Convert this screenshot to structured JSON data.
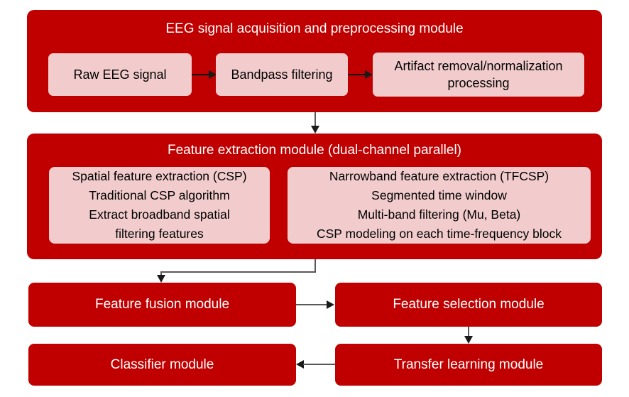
{
  "colors": {
    "module_red": "#C00000",
    "box_pink": "#F2CCCC",
    "title_text": "#FFFFFF",
    "box_text": "#000000",
    "connector_line": "#595959",
    "arrowhead": "#1A1A1A"
  },
  "modules": {
    "preprocessing": {
      "title": "EEG signal acquisition and preprocessing module",
      "steps": [
        "Raw EEG signal",
        "Bandpass filtering",
        "Artifact removal/normalization processing"
      ]
    },
    "feature_extraction": {
      "title": "Feature extraction module (dual-channel parallel)",
      "left_channel": {
        "lines": [
          "Spatial feature extraction (CSP)",
          "Traditional CSP algorithm",
          "Extract broadband spatial",
          "filtering features"
        ]
      },
      "right_channel": {
        "lines": [
          "Narrowband feature extraction (TFCSP)",
          "Segmented time window",
          "Multi-band filtering (Mu, Beta)",
          "CSP modeling on each time-frequency block"
        ]
      }
    },
    "feature_fusion": {
      "label": "Feature fusion module"
    },
    "feature_selection": {
      "label": "Feature selection module"
    },
    "classifier": {
      "label": "Classifier module"
    },
    "transfer_learning": {
      "label": "Transfer learning module"
    }
  }
}
